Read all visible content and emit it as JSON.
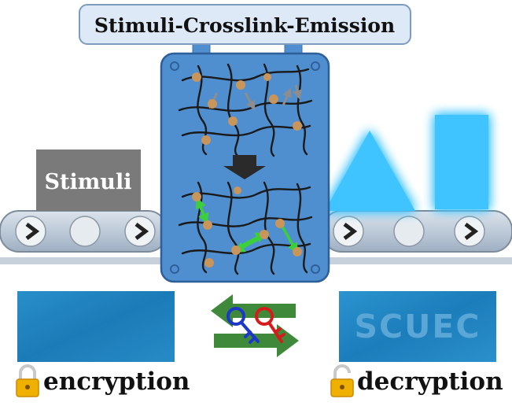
{
  "title": "Stimuli-Crosslink-Emission",
  "stimuli_label": "Stimuli",
  "decrypted_text": "SCUEC",
  "encryption_label": "encryption",
  "decryption_label": "decryption",
  "icons": {
    "lock": "padlock-icon",
    "keys": "key-icon",
    "arrow": "arrow-icon"
  },
  "colors": {
    "machine_fill": "#4f8fd0",
    "conveyor": "#b9c7d6",
    "glow_shape": "#3fc4ff",
    "stimuli_box": "#7a7a7a",
    "panel": "#1f87c4",
    "arrow_green": "#3f8a3a",
    "key_blue": "#1d37c9",
    "key_red": "#d41c1c",
    "particle": "#c8955a",
    "crosslink": "#3ccf3c"
  }
}
